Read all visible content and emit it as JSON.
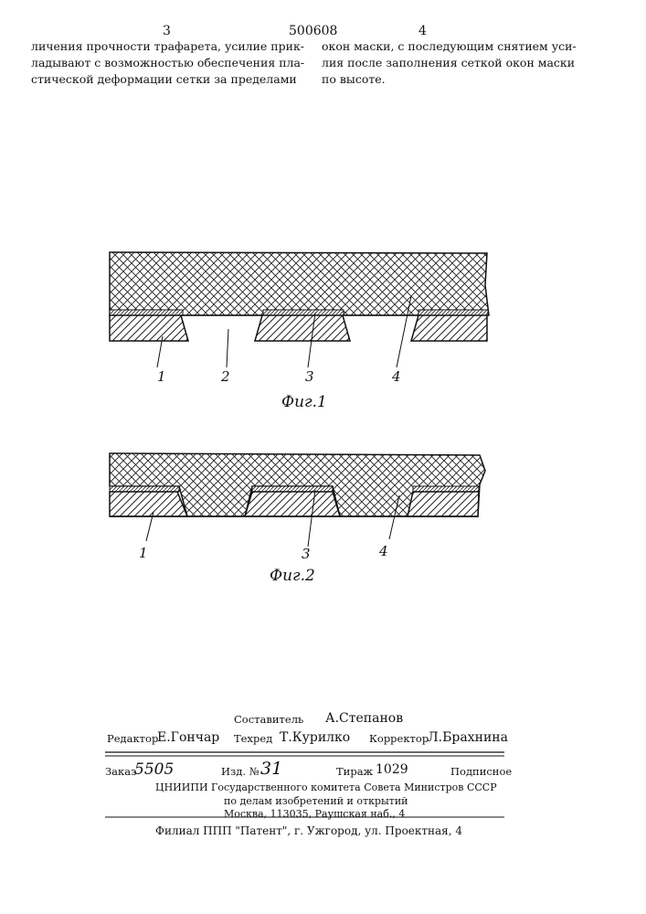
{
  "header": {
    "page_left": "3",
    "patent_no": "500608",
    "page_right": "4"
  },
  "left_column": [
    "личения прочности трафарета, усилие прик-",
    "ладывают с возможностью обеспечения пла-",
    "стической деформации сетки за пределами"
  ],
  "right_column": [
    "окон маски, с последующим снятием уси-",
    "лия после заполнения сеткой окон маски",
    "по высоте."
  ],
  "figure1": {
    "caption": "Фиг.1",
    "labels": [
      "1",
      "2",
      "3",
      "4"
    ]
  },
  "figure2": {
    "caption": "Фиг.2",
    "labels": [
      "1",
      "3",
      "4"
    ]
  },
  "imprint": {
    "composer_label": "Составитель",
    "composer": "А.Степанов",
    "editor_label": "Редактор",
    "editor": "Е.Гончар",
    "techred_label": "Техред",
    "techred": "Т.Курилко",
    "corrector_label": "Корректор",
    "corrector": "Л.Брахнина",
    "order_label": "Заказ",
    "order_no": "5505",
    "izd_label": "Изд. №",
    "izd_no": "31",
    "tirazh_label": "Тираж",
    "tirazh": "1029",
    "subscription": "Подписное",
    "org_line1": "ЦНИИПИ Государственного комитета Совета Министров СССР",
    "org_line2": "по делам изобретений и открытий",
    "org_line3": "Москва, 113035, Раушская наб., 4",
    "branch": "Филиал ППП \"Патент\", г. Ужгород, ул. Проектная, 4"
  }
}
